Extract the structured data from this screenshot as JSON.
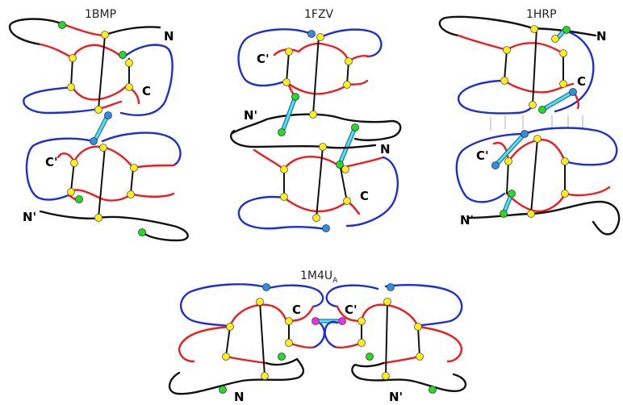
{
  "panels": [
    {
      "id": "1bmp",
      "title": "1BMP",
      "labels": [
        "N",
        "C",
        "C'",
        "N'"
      ]
    },
    {
      "id": "1fzv",
      "title": "1FZV",
      "labels": [
        "C'",
        "N'",
        "N",
        "C"
      ]
    },
    {
      "id": "1hrp",
      "title": "1HRP",
      "labels": [
        "N",
        "C",
        "C'",
        "N'"
      ]
    },
    {
      "id": "1m4u",
      "title_main": "1M4U",
      "title_sub": "A",
      "labels": [
        "C",
        "C'",
        "N",
        "N'"
      ]
    }
  ],
  "colors": {
    "strand": "#ee1c1c",
    "loop": "#1a2fd6",
    "terminus": "#111111",
    "disulfide": "#58dcf4",
    "atom_yellow": "#ffee1a",
    "atom_green": "#22dd22",
    "atom_blue": "#2e8fe6",
    "atom_magenta": "#ee2ee8"
  }
}
